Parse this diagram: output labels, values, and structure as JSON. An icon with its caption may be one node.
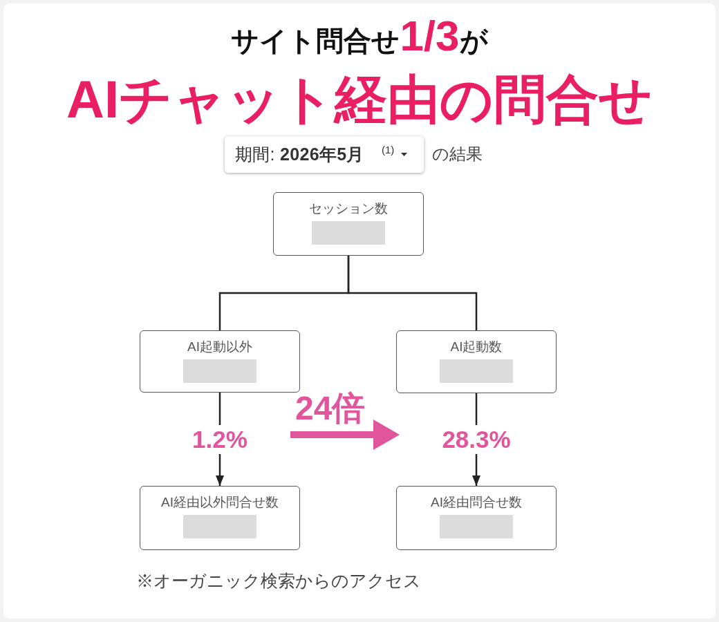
{
  "diagram": {
    "title": "サイト問合せ**1/3**が *AIチャット経由の問合せ*",
    "nodes": [
      {
        "text": [
          "期間: **2026年5月** $^{(1)}$"
        ],
        "beside": [
          "の結果"
        ]
      },
      {
        "text": [
          "セッション数"
        ]
      },
      {
        "text": [
          "AI起動以外"
        ]
      },
      {
        "text": [
          "AI起動数"
        ]
      },
      {
        "text": [
          "AI経由以外問合せ数"
        ]
      },
      {
        "text": [
          "AI経由問合せ数"
        ]
      }
    ],
    "edges": [
      {
        "from": 1,
        "to": 2,
        "arrow": "none"
      },
      {
        "from": 1,
        "to": 3,
        "arrow": "none"
      },
      {
        "from": 2,
        "to": 4,
        "arrow": "to",
        "label": "1.2%"
      },
      {
        "from": 3,
        "to": 5,
        "arrow": "to",
        "label": "28.3%"
      }
    ],
    "labels": [
      "24倍",
      "※オーガニック検索からのアクセス"
    ]
  }
}
